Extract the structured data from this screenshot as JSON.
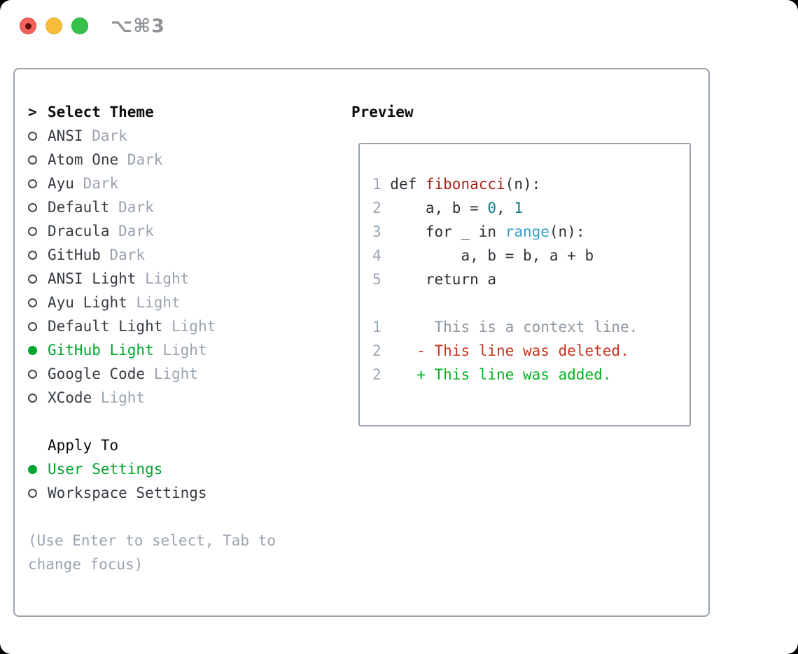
{
  "titlebar": {
    "shortcut": "⌥⌘3"
  },
  "colors": {
    "selected_green": "#00a52f",
    "addition_green": "#00b31e",
    "deletion_red": "#c7331f",
    "function_red": "#a6261c",
    "number_teal": "#0e7d89",
    "builtin_blue": "#35a0c8",
    "muted_gray": "#99a3af",
    "context_gray": "#8e98a2",
    "line_number_gray": "#9aa6b4",
    "text_dark": "#363c44",
    "header_black": "#0a0c0e",
    "border_gray": "#98a2ad"
  },
  "theme_panel": {
    "header": {
      "prompt": ">",
      "label": "Select Theme"
    },
    "themes": [
      {
        "name": "ANSI",
        "variant": "Dark",
        "selected": false
      },
      {
        "name": "Atom One",
        "variant": "Dark",
        "selected": false
      },
      {
        "name": "Ayu",
        "variant": "Dark",
        "selected": false
      },
      {
        "name": "Default",
        "variant": "Dark",
        "selected": false
      },
      {
        "name": "Dracula",
        "variant": "Dark",
        "selected": false
      },
      {
        "name": "GitHub",
        "variant": "Dark",
        "selected": false
      },
      {
        "name": "ANSI Light",
        "variant": "Light",
        "selected": false
      },
      {
        "name": "Ayu Light",
        "variant": "Light",
        "selected": false
      },
      {
        "name": "Default Light",
        "variant": "Light",
        "selected": false
      },
      {
        "name": "GitHub Light",
        "variant": "Light",
        "selected": true
      },
      {
        "name": "Google Code",
        "variant": "Light",
        "selected": false
      },
      {
        "name": "XCode",
        "variant": "Light",
        "selected": false
      }
    ],
    "apply_to": {
      "header": "Apply To",
      "options": [
        {
          "name": "User Settings",
          "selected": true
        },
        {
          "name": "Workspace Settings",
          "selected": false
        }
      ]
    },
    "hint": "(Use Enter to select, Tab to change focus)"
  },
  "preview": {
    "title": "Preview",
    "lines": [
      {
        "num": "1",
        "tokens": [
          {
            "text": "def ",
            "style": "plain"
          },
          {
            "text": "fibonacci",
            "style": "function"
          },
          {
            "text": "(n):",
            "style": "plain"
          }
        ]
      },
      {
        "num": "2",
        "tokens": [
          {
            "text": "    a, b = ",
            "style": "plain"
          },
          {
            "text": "0",
            "style": "number"
          },
          {
            "text": ", ",
            "style": "plain"
          },
          {
            "text": "1",
            "style": "number"
          }
        ]
      },
      {
        "num": "3",
        "tokens": [
          {
            "text": "    for _ in ",
            "style": "plain"
          },
          {
            "text": "range",
            "style": "builtin"
          },
          {
            "text": "(n):",
            "style": "plain"
          }
        ]
      },
      {
        "num": "4",
        "tokens": [
          {
            "text": "        a, b = b, a + b",
            "style": "plain"
          }
        ]
      },
      {
        "num": "5",
        "tokens": [
          {
            "text": "    return a",
            "style": "plain"
          }
        ]
      },
      {
        "num": "",
        "tokens": []
      },
      {
        "num": "1",
        "tokens": [
          {
            "text": "     This is a context line.",
            "style": "context"
          }
        ]
      },
      {
        "num": "2",
        "tokens": [
          {
            "text": "   - This line was deleted.",
            "style": "deletion"
          }
        ]
      },
      {
        "num": "2",
        "tokens": [
          {
            "text": "   + This line was added.",
            "style": "addition"
          }
        ]
      }
    ]
  }
}
